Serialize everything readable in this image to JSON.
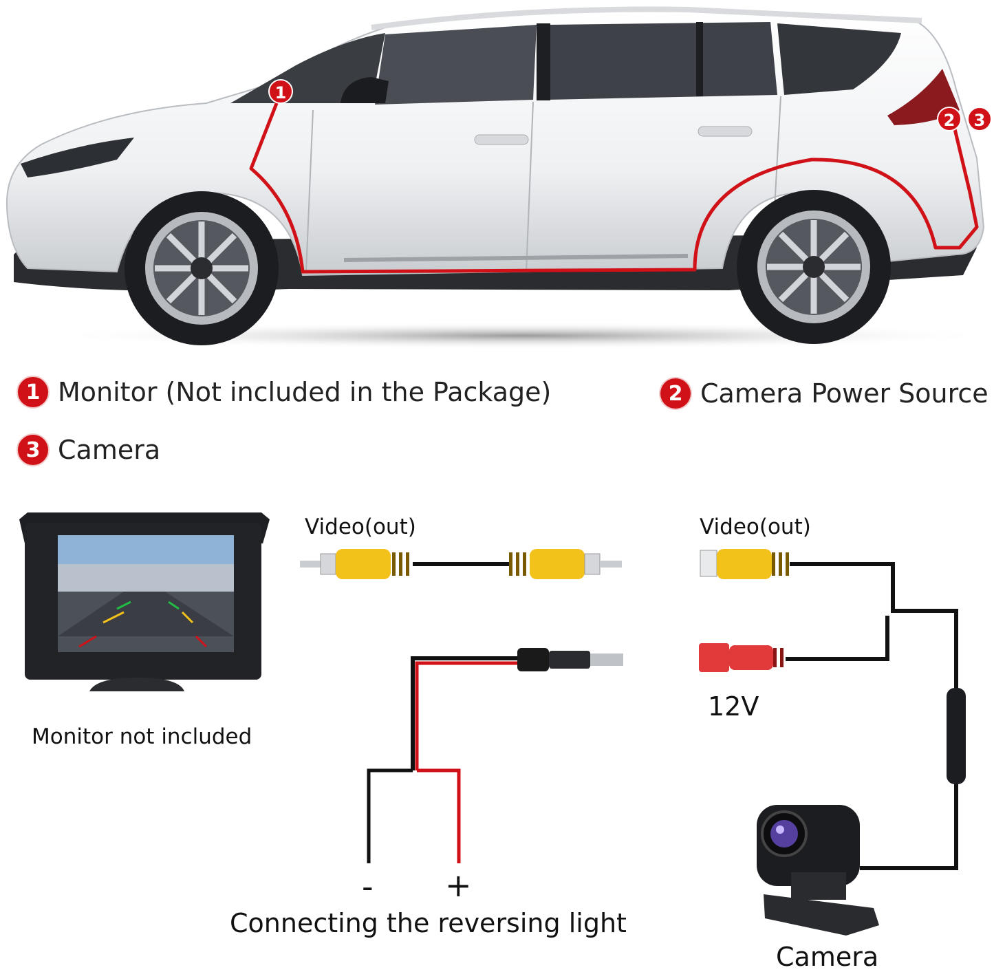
{
  "markers": {
    "m1": "1",
    "m2": "2",
    "m3": "3"
  },
  "legend": [
    {
      "number": "1",
      "text": "Monitor (Not included in the Package)"
    },
    {
      "number": "2",
      "text": "Camera Power Source"
    },
    {
      "number": "3",
      "text": "Camera"
    }
  ],
  "labels": {
    "video_out_left": "Video(out)",
    "video_out_right": "Video(out)",
    "voltage": "12V",
    "monitor_note": "Monitor not included",
    "minus": "-",
    "plus": "+",
    "reversing": "Connecting the reversing light",
    "camera": "Camera"
  },
  "colors": {
    "accent_red": "#d01218",
    "rca_yellow": "#f2c21b",
    "dc_red": "#e23a3a",
    "wire_black": "#111111"
  }
}
